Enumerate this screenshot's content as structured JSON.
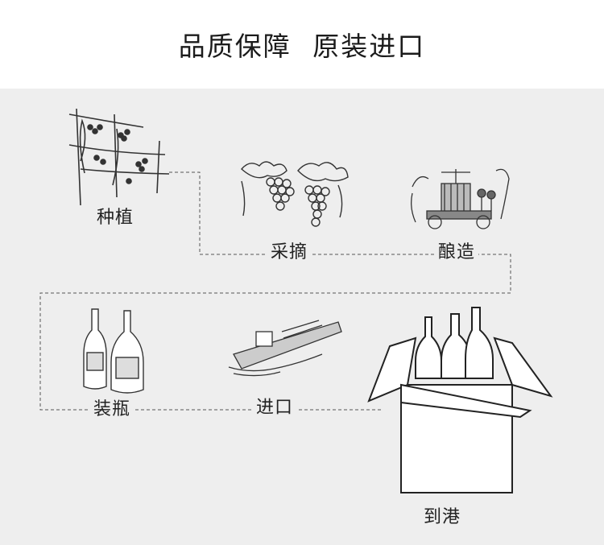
{
  "header": {
    "title": "品质保障  原装进口"
  },
  "steps": {
    "planting": "种植",
    "picking": "采摘",
    "brewing": "酿造",
    "bottling": "装瓶",
    "import": "进口",
    "arrival": "到港"
  }
}
